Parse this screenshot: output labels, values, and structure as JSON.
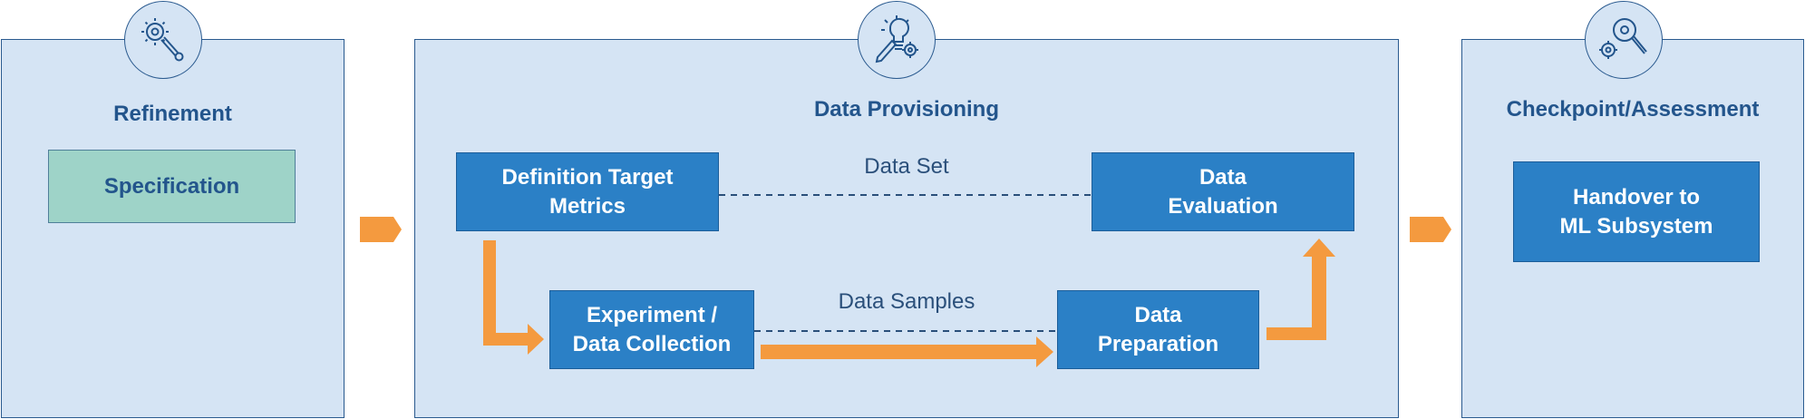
{
  "panels": {
    "refinement": {
      "title": "Refinement",
      "item": "Specification",
      "icon": "wrench-gear-icon"
    },
    "provisioning": {
      "title": "Data Provisioning",
      "icon": "lightbulb-pencil-gear-icon",
      "definition_label": "Definition Target\nMetrics",
      "evaluation_label": "Data\nEvaluation",
      "experiment_label": "Experiment /\nData Collection",
      "preparation_label": "Data\nPreparation",
      "dataset_label": "Data Set",
      "samples_label": "Data Samples"
    },
    "checkpoint": {
      "title": "Checkpoint/Assessment",
      "item": "Handover to\nML Subsystem",
      "icon": "magnifier-gear-icon"
    }
  },
  "colors": {
    "panel_bg": "#d5e4f4",
    "panel_border": "#2a5a8f",
    "box_blue": "#2b80c6",
    "box_green": "#9ed3c8",
    "arrow_orange": "#f49a3f",
    "title_blue": "#23558c"
  }
}
